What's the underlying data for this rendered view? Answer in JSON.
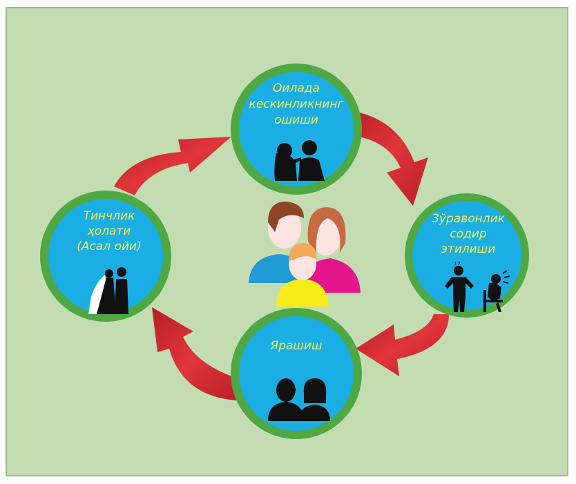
{
  "nodes": [
    {
      "id": "top",
      "lines": [
        "Оилада",
        "кескинликнинг",
        "ошиши"
      ],
      "icon": "arguing-couple-icon"
    },
    {
      "id": "right",
      "lines": [
        "Зўравонлик",
        "содир",
        "этилиши"
      ],
      "icon": "violence-icon"
    },
    {
      "id": "bottom",
      "lines": [
        "Ярашиш"
      ],
      "icon": "reconciled-couple-icon"
    },
    {
      "id": "left",
      "lines": [
        "Тинчлик",
        "ҳолати",
        "(Асал ойи)"
      ],
      "icon": "wedding-couple-icon"
    }
  ],
  "center": {
    "icon": "family-icon"
  },
  "colors": {
    "background": "#c4dcb1",
    "circle_fill": "#1aaee5",
    "circle_ring": "#4fa843",
    "arrow": "#d42a2f",
    "text": "#f6f05a"
  }
}
